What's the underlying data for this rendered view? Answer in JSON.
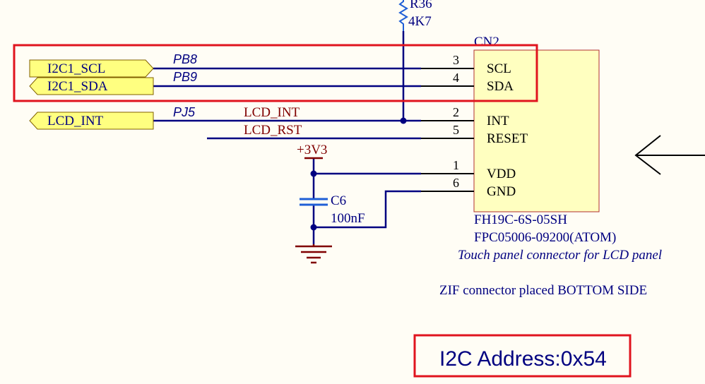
{
  "resistor": {
    "ref": "R36",
    "value": "4K7"
  },
  "connector": {
    "ref": "CN2",
    "part": "FH19C-6S-05SH",
    "mpn": "FPC05006-09200(ATOM)",
    "description": "Touch panel connector for LCD panel",
    "pins": [
      {
        "num": "3",
        "name": "SCL"
      },
      {
        "num": "4",
        "name": "SDA"
      },
      {
        "num": "2",
        "name": "INT"
      },
      {
        "num": "5",
        "name": "RESET"
      },
      {
        "num": "1",
        "name": "VDD"
      },
      {
        "num": "6",
        "name": "GND"
      }
    ]
  },
  "ports": {
    "scl": "I2C1_SCL",
    "sda": "I2C1_SDA",
    "int": "LCD_INT"
  },
  "mcu_pins": {
    "scl": "PB8",
    "sda": "PB9",
    "int": "PJ5"
  },
  "nets": {
    "int": "LCD_INT",
    "rst": "LCD_RST"
  },
  "power": {
    "label": "+3V3"
  },
  "capacitor": {
    "ref": "C6",
    "value": "100nF"
  },
  "notes": {
    "zif": "ZIF connector placed BOTTOM SIDE",
    "address": "I2C Address:0x54"
  },
  "colors": {
    "wire": "#000080",
    "highlight": "#e0141e",
    "port_fill": "#ffff80",
    "connector_fill": "#ffffc0",
    "power": "#800000",
    "cap": "#1f5fd6"
  }
}
